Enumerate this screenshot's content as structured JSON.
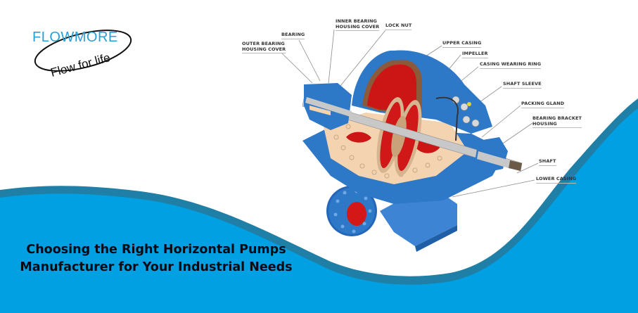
{
  "logo": {
    "brand": "FLOWMORE",
    "tagline": "Flow for life"
  },
  "diagram": {
    "subject": "horizontal split-case pump cutaway",
    "callouts": [
      {
        "id": "outer-bearing-housing-cover",
        "line1": "OUTER BEARING",
        "line2": "HOUSING COVER"
      },
      {
        "id": "bearing",
        "line1": "BEARING",
        "line2": ""
      },
      {
        "id": "inner-bearing-housing-cover",
        "line1": "INNER BEARING",
        "line2": "HOUSING COVER"
      },
      {
        "id": "lock-nut",
        "line1": "LOCK NUT",
        "line2": ""
      },
      {
        "id": "upper-casing",
        "line1": "UPPER CASING",
        "line2": ""
      },
      {
        "id": "impeller",
        "line1": "IMPELLER",
        "line2": ""
      },
      {
        "id": "casing-wearing-ring",
        "line1": "CASING WEARING RING",
        "line2": ""
      },
      {
        "id": "shaft-sleeve",
        "line1": "SHAFT SLEEVE",
        "line2": ""
      },
      {
        "id": "packing-gland",
        "line1": "PACKING GLAND",
        "line2": ""
      },
      {
        "id": "bearing-bracket-housing",
        "line1": "BEARING BRACKET",
        "line2": "HOUSING"
      },
      {
        "id": "shaft",
        "line1": "SHAFT",
        "line2": ""
      },
      {
        "id": "lower-casing",
        "line1": "LOWER CASING",
        "line2": ""
      }
    ]
  },
  "headline": {
    "line1": "Choosing the Right Horizontal Pumps",
    "line2": "Manufacturer for Your Industrial Needs"
  },
  "colors": {
    "wave_fill": "#00a0e3",
    "wave_band": "#1f7fa6",
    "logo_blue": "#2a9fd6",
    "pump_blue": "#2e78c8",
    "pump_red": "#d01818",
    "pump_tan": "#f3d3b0",
    "text_dark": "#0a0a14"
  }
}
